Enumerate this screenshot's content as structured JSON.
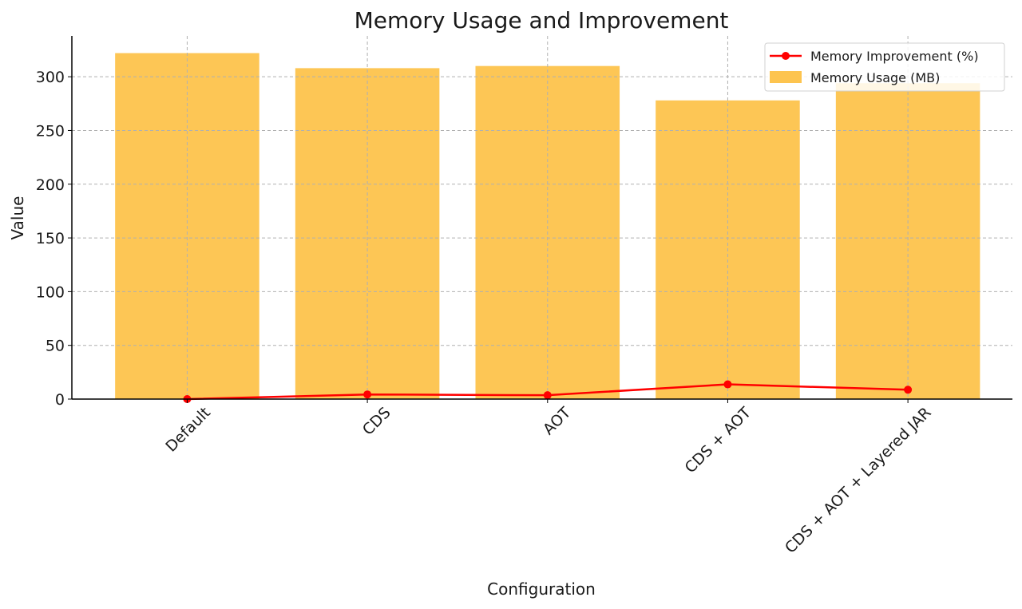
{
  "chart_data": {
    "type": "bar",
    "title": "Memory Usage and Improvement",
    "xlabel": "Configuration",
    "ylabel": "Value",
    "categories": [
      "Default",
      "CDS",
      "AOT",
      "CDS + AOT",
      "CDS + AOT + Layered JAR"
    ],
    "ylim": [
      0,
      338
    ],
    "yticks": [
      0,
      50,
      100,
      150,
      200,
      250,
      300
    ],
    "grid": true,
    "legend_position": "top-right",
    "series": [
      {
        "name": "Memory Usage (MB)",
        "type": "bar",
        "color": "#fdc44f",
        "values": [
          322,
          308,
          310,
          278,
          294
        ]
      },
      {
        "name": "Memory Improvement (%)",
        "type": "line",
        "color": "#ff0000",
        "marker": "circle",
        "values": [
          0,
          4.3,
          3.6,
          13.7,
          8.7
        ]
      }
    ]
  }
}
